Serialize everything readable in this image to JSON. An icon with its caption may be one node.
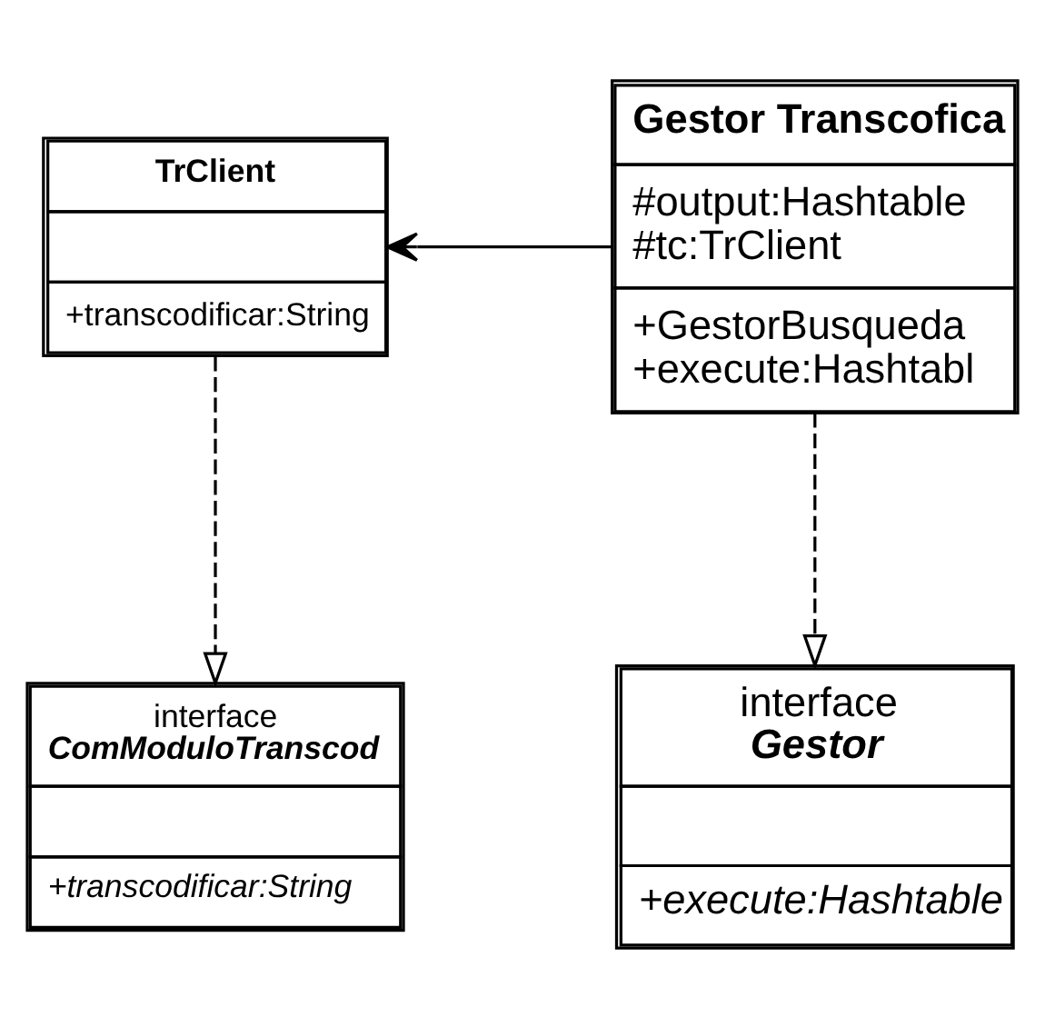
{
  "diagram": {
    "nodes": [
      {
        "text": [
          "interface",
          "ComModuloTranscod",
          "+transcodificar:String"
        ]
      },
      {
        "text": [
          "interface",
          "Gestor",
          "+execute:Hashtable"
        ]
      },
      {
        "text": [
          "Gestor Transcofica",
          "#output:Hashtable",
          "#tc:TrClient",
          "+GestorBusqueda",
          "+execute:Hashtabl"
        ]
      },
      {
        "text": [
          "TrClient",
          "+transcodificar:String"
        ]
      }
    ],
    "edges": [
      {
        "from": 3,
        "to": 0,
        "arrow": "to",
        "style": "dashed"
      },
      {
        "from": 2,
        "to": 1,
        "arrow": "to",
        "style": "dashed"
      },
      {
        "from": 2,
        "to": 3,
        "arrow": "to"
      }
    ]
  }
}
